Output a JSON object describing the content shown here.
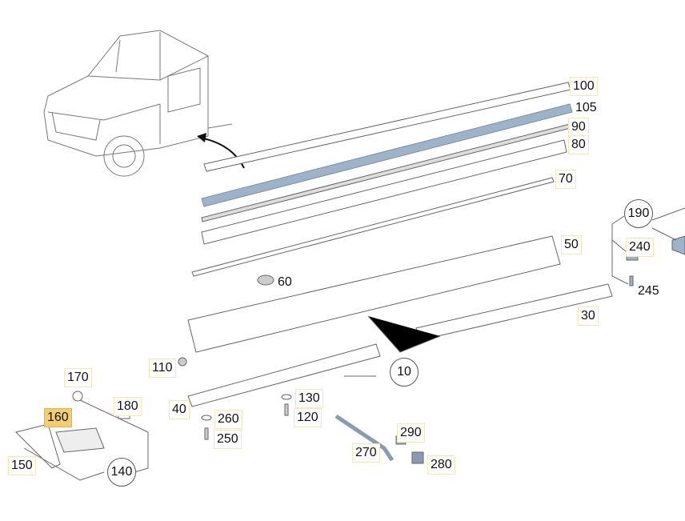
{
  "diagram": {
    "callouts": [
      {
        "id": "100",
        "style": "box"
      },
      {
        "id": "105",
        "style": "plain"
      },
      {
        "id": "90",
        "style": "box"
      },
      {
        "id": "80",
        "style": "box"
      },
      {
        "id": "70",
        "style": "box"
      },
      {
        "id": "50",
        "style": "box"
      },
      {
        "id": "60",
        "style": "plain"
      },
      {
        "id": "30",
        "style": "box"
      },
      {
        "id": "190",
        "style": "circle"
      },
      {
        "id": "240",
        "style": "box"
      },
      {
        "id": "245",
        "style": "plain"
      },
      {
        "id": "10",
        "style": "circle"
      },
      {
        "id": "110",
        "style": "box"
      },
      {
        "id": "170",
        "style": "box"
      },
      {
        "id": "180",
        "style": "box"
      },
      {
        "id": "160",
        "style": "highlighted"
      },
      {
        "id": "40",
        "style": "box"
      },
      {
        "id": "260",
        "style": "box"
      },
      {
        "id": "250",
        "style": "box"
      },
      {
        "id": "130",
        "style": "box"
      },
      {
        "id": "120",
        "style": "box"
      },
      {
        "id": "270",
        "style": "box"
      },
      {
        "id": "290",
        "style": "box"
      },
      {
        "id": "280",
        "style": "box"
      },
      {
        "id": "150",
        "style": "box"
      },
      {
        "id": "140",
        "style": "circle"
      }
    ],
    "colors": {
      "highlight": "#f2cd72",
      "part_blue": "#9fb3c8",
      "line": "#555555"
    }
  }
}
